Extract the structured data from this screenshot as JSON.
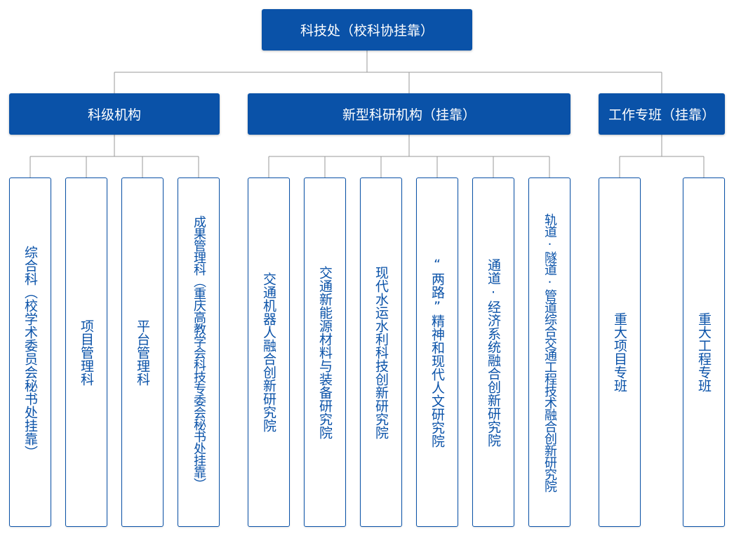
{
  "root": {
    "label": "科技处（校科协挂靠）"
  },
  "groups": [
    {
      "label": "科级机构",
      "children": [
        "综合科（校学术委员会秘书处挂靠）",
        "项目管理科",
        "平台管理科",
        "成果管理科（重庆高教学会科技专委会秘书处挂靠）"
      ]
    },
    {
      "label": "新型科研机构（挂靠）",
      "children": [
        "交通机器人融合创新研究院",
        "交通新能源材料与装备研究院",
        "现代水运水利科技创新研究院",
        "“两路”精神和现代人文研究院",
        "通道·经济系统融合创新研究院",
        "轨道·隧道·管道综合交通工程技术融合创新研究院"
      ]
    },
    {
      "label": "工作专班（挂靠）",
      "children": [
        "重大项目专班",
        "重大工程专班"
      ]
    }
  ],
  "colors": {
    "box_fill": "#0a52a8",
    "box_text": "#ffffff",
    "leaf_border": "#0a52a8",
    "leaf_text": "#0a52a8",
    "connector": "#999999"
  }
}
